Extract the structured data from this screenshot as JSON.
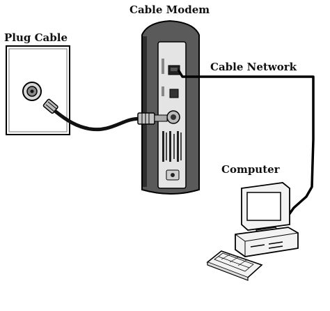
{
  "labels": {
    "plug_cable": "Plug Cable",
    "cable_modem": "Cable Modem",
    "cable_network": "Cable Network",
    "computer": "Computer"
  },
  "colors": {
    "line": "#000000",
    "modem_body": "#5a5a5a",
    "modem_dark": "#2e2e2e",
    "panel": "#e4e4e4",
    "wall_plate": "#ffffff",
    "computer": "#f2f2f2"
  },
  "icons": [
    "wall-outlet-icon",
    "cable-modem-icon",
    "computer-icon",
    "keyboard-icon"
  ]
}
